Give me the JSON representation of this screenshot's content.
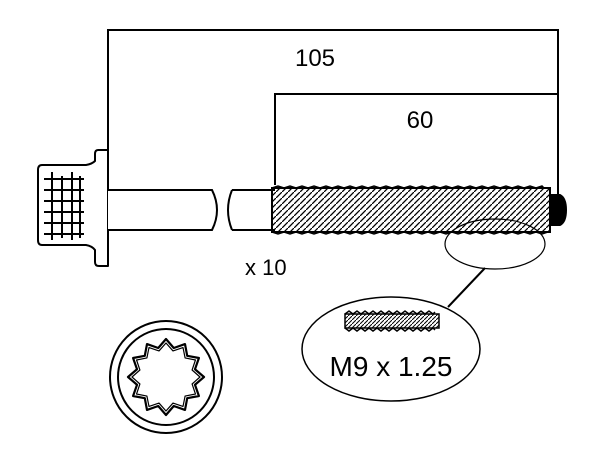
{
  "dimensions": {
    "overall_length": "105",
    "thread_length": "60"
  },
  "quantity_label": "x 10",
  "thread_spec": "M9 x 1.25",
  "colors": {
    "line": "#000000",
    "background": "#ffffff"
  },
  "icons": {
    "drive": "12-point-spline-socket-icon",
    "thread_detail": "thread-profile-icon"
  }
}
